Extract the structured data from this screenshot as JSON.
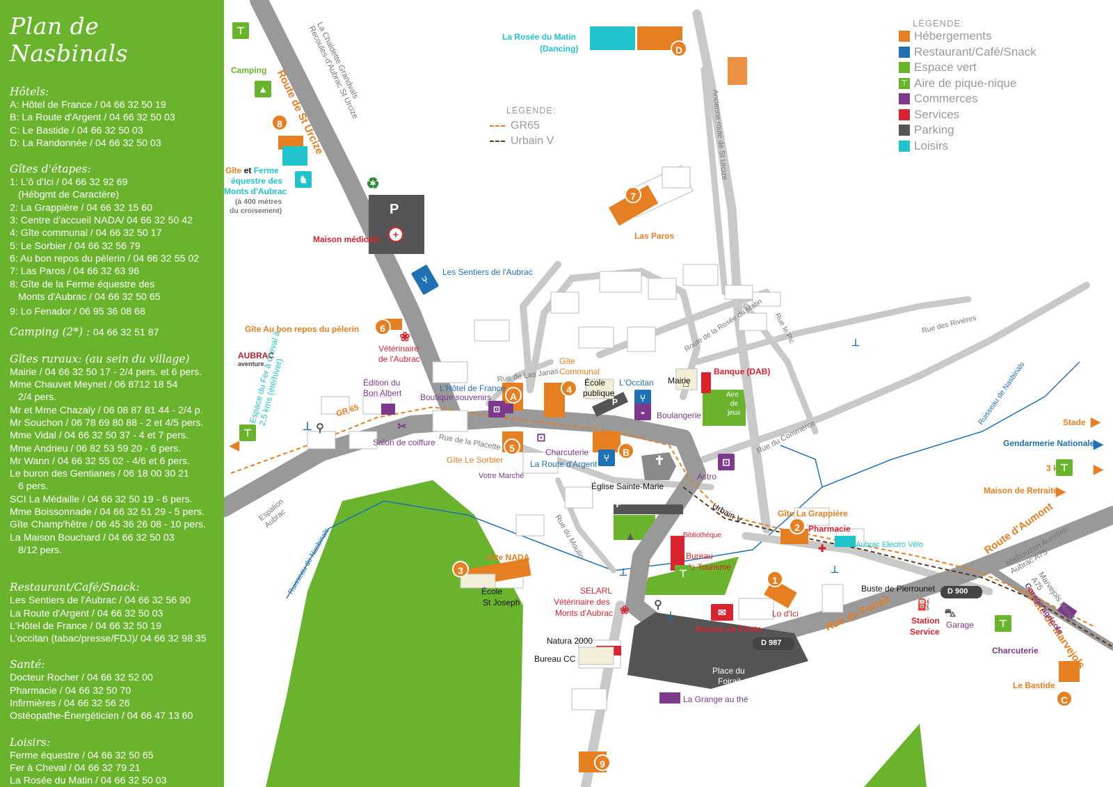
{
  "sidebar": {
    "title": "Plan de Nasbinals",
    "hotels": {
      "heading": "Hôtels:",
      "items": [
        "A: Hôtel de France / 04 66 32 50 19",
        "B: La Route d'Argent / 04 66 32 50 03",
        "C: Le Bastide / 04 66 32 50 03",
        "D: La Randonnée / 04 66 32 50 03"
      ]
    },
    "gites_etapes": {
      "heading": "Gîtes d'étapes:",
      "items": [
        "1: L'ô d'Ici / 04 66 32 92 69",
        "(Hébgmt de Caractère)",
        "2: La Grappière / 04 66 32 15 60",
        "3: Centre d'accueil NADA/ 04 66 32 50 42",
        "4: Gîte communal / 04 66 32 50 17",
        "5: Le Sorbier / 04 66 32 56 79",
        "6: Au bon repos du pèlerin / 04 66 32 55 02",
        "7: Las Paros / 04 66 32 63 96",
        "8: Gîte de la Ferme équestre des",
        "Monts d'Aubrac / 04 66 32 50 65",
        "9: Lo Fenador / 06 95 36 08 68"
      ]
    },
    "camping": {
      "heading": "Camping (2*) :",
      "phone": "04 66 32 51 87"
    },
    "gites_ruraux": {
      "heading": "Gîtes ruraux: (au sein du village)",
      "items": [
        "Mairie / 04 66 32 50 17 - 2/4 pers. et 6 pers.",
        "Mme Chauvet Meynet / 06 8712 18 54",
        "2/4 pers.",
        "Mr et Mme Chazaly / 06 08 87 81 44 - 2/4 p.",
        "Mr Souchon / 06 78 69 80 88 - 2 et 4/5 pers.",
        "Mme Vidal / 04 66 32 50 37 - 4 et 7 pers.",
        "Mme Andrieu / 06 82 53 59 20 - 6 pers.",
        "Mr Wann / 04 66 32 55 02 - 4/6 et 6 pers.",
        "Le buron des Gentianes / 06 18 00 30 21",
        "6 pers.",
        "SCI La Médaille / 04 66 32 50 19 - 6 pers.",
        "Mme Boissonnade / 04 66 32 51 29 - 5 pers.",
        "Gîte Champ'hêtre / 06 45 36 26 08 - 10 pers.",
        "La Maison Bouchard / 04 66 32 50 03",
        "8/12 pers."
      ]
    },
    "restaurant": {
      "heading": "Restaurant/Café/Snack:",
      "items": [
        "Les Sentiers de l'Aubrac / 04 66 32 56 90",
        "La Route d'Argent / 04 66 32 50 03",
        "L'Hôtel de France / 04 66 32 50 19",
        "L'occitan (tabac/presse/FDJ)/ 04 66 32 98 35"
      ]
    },
    "sante": {
      "heading": "Santé:",
      "items": [
        "Docteur Rocher / 04 66 32 52 00",
        "Pharmacie / 04 66 32 50 70",
        "Infirmières / 04 66 32 56 26",
        "Ostéopathe-Énergéticien / 04 66 47 13 60"
      ]
    },
    "loisirs": {
      "heading": "Loisirs:",
      "items": [
        "Ferme équestre / 04 66 32 50 65",
        "Fer à Cheval / 04 66 32 79 21",
        "La Rosée du Matin / 04 66 32 50 03"
      ]
    }
  },
  "legend": {
    "title": "LÉGENDE:",
    "items": [
      {
        "label": "Hébergements",
        "color": "#e67e22"
      },
      {
        "label": "Restaurant/Café/Snack",
        "color": "#1f70b4"
      },
      {
        "label": "Espace vert",
        "color": "#6ab42d"
      },
      {
        "label": "Aire de pique-nique",
        "color": "#6ab42d"
      },
      {
        "label": "Commerces",
        "color": "#7d3a8d"
      },
      {
        "label": "Services",
        "color": "#d7242f"
      },
      {
        "label": "Parking",
        "color": "#555555"
      },
      {
        "label": "Loisirs",
        "color": "#22c4cc"
      }
    ]
  },
  "legend_routes": {
    "title": "LÉGENDE:",
    "items": [
      {
        "label": "GR65",
        "color": "#e67e22"
      },
      {
        "label": "Urbain V",
        "color": "#5a3a1a"
      }
    ]
  },
  "map": {
    "roads": {
      "st_urcize": "Route de St Urcize",
      "directions_nw": "La Chaldette Grandvals Recoules-d'Aubrac St Urcize",
      "ancienne": "Ancienne route de St Urcize",
      "rosee": "Route de la Rosée du Matin",
      "pic": "Rue le Pic",
      "rivieres": "Rue des Rivières",
      "commerce": "Rue du Commerce",
      "janas": "Rue de Las Janas",
      "placette": "Rue de la Placette",
      "moulin": "Rue du Moulin",
      "foirail": "Rue du Foirail",
      "aumont": "Route d'Aumont",
      "marvejols": "Route de Marvejols",
      "dir_aumont": "Malbouzon Aumont-Aubrac A75",
      "dir_marvejols": "Marvejols Mende A75",
      "espalion": "Espalion Aubrac",
      "d900": "D 900",
      "d987": "D 987",
      "ruisseau_e": "Ruisseau de Nasbinals",
      "ruisseau_w": "Ruisseau de Nasbinals",
      "gr65": "GR 65",
      "urbain_v": "Urbain V"
    },
    "places": {
      "rosee_1": "La Rosée du Matin",
      "rosee_2": "(Dancing)",
      "camping": "Camping",
      "gite_ferme_1a": "Gîte",
      "gite_ferme_1b": " et ",
      "gite_ferme_1c": "Ferme",
      "gite_ferme_2": "équestre des",
      "gite_ferme_3": "Monts d'Aubrac",
      "gite_ferme_4": "(à 400 mètres",
      "gite_ferme_5": "du croisement)",
      "maison_medicale": "Maison médicale",
      "sentiers": "Les Sentiers de l'Aubrac",
      "las_paros": "Las Paros",
      "bon_repos": "Gîte Au bon repos du pèlerin",
      "veterinaire_1": "Vétérinaire",
      "veterinaire_2": "de l'Aubrac",
      "aubrac_aventure_1": "AUBRAC",
      "aubrac_aventure_2": "aventure",
      "fer_cheval": "Espace du Fer à cheval à 2,5 kms (été/hiver)",
      "edition_1": "Édition du",
      "edition_2": "Bon Albert",
      "hotel_france": "L'Hôtel de France",
      "boutique": "Boutique souvenirs",
      "gite_communal_1": "Gîte",
      "gite_communal_2": "Communal",
      "ecole_publique_1": "École",
      "ecole_publique_2": "publique",
      "occitan": "L'Occitan",
      "mairie": "Mairie",
      "banque": "Banque (DAB)",
      "boulangerie": "Boulangerie",
      "aire_jeux_1": "Aire",
      "aire_jeux_2": "de",
      "aire_jeux_3": "jeux",
      "salon": "Salon de coiffure",
      "gite_sorbier": "Gîte Le Sorbier",
      "charcuterie": "Charcuterie",
      "route_argent": "La Route d'Argent",
      "votre_marche": "Votre Marché",
      "eglise": "Église Sainte-Marie",
      "astro": "Astro",
      "gite_grappiere": "Gîte La Grappière",
      "pharmacie": "Pharmacie",
      "aubrac_electro": "Aubrac Electro Vélo",
      "bibliotheque": "Bibliothèque",
      "bureau_tourisme_1": "Bureau",
      "bureau_tourisme_2": "de Tourisme",
      "gite_nada": "Gîte NADA",
      "ecole_st_joseph_1": "École",
      "ecole_st_joseph_2": "St Joseph",
      "selarl_1": "SELARL",
      "selarl_2": "Vétérinaire des",
      "selarl_3": "Monts d'Aubrac",
      "natura": "Natura 2000",
      "bureau_cc": "Bureau CC",
      "bureau_poste": "Bureau de Poste",
      "lo_dici": "Lo d'Ici",
      "buste": "Buste de Pierrounet",
      "station_1": "Station",
      "station_2": "Service",
      "garage": "Garage",
      "garage_agricole": "Garage agricole",
      "charcuterie_2": "Charcuterie",
      "bastide": "Le Bastide",
      "place_foirail_1": "Place du",
      "place_foirail_2": "Foirail",
      "grange": "La Grange au thé",
      "stade": "Stade",
      "gendarmerie": "Gendarmerie Nationale",
      "trois_km": "3 km",
      "maison_retraite": "Maison de Retraite"
    },
    "markers": {
      "n1": "1",
      "n2": "2",
      "n3": "3",
      "n4": "4",
      "n5": "5",
      "n6": "6",
      "n7": "7",
      "n8": "8",
      "n9": "9",
      "a": "A",
      "b": "B",
      "c": "C",
      "d": "D",
      "parking": "P"
    }
  }
}
